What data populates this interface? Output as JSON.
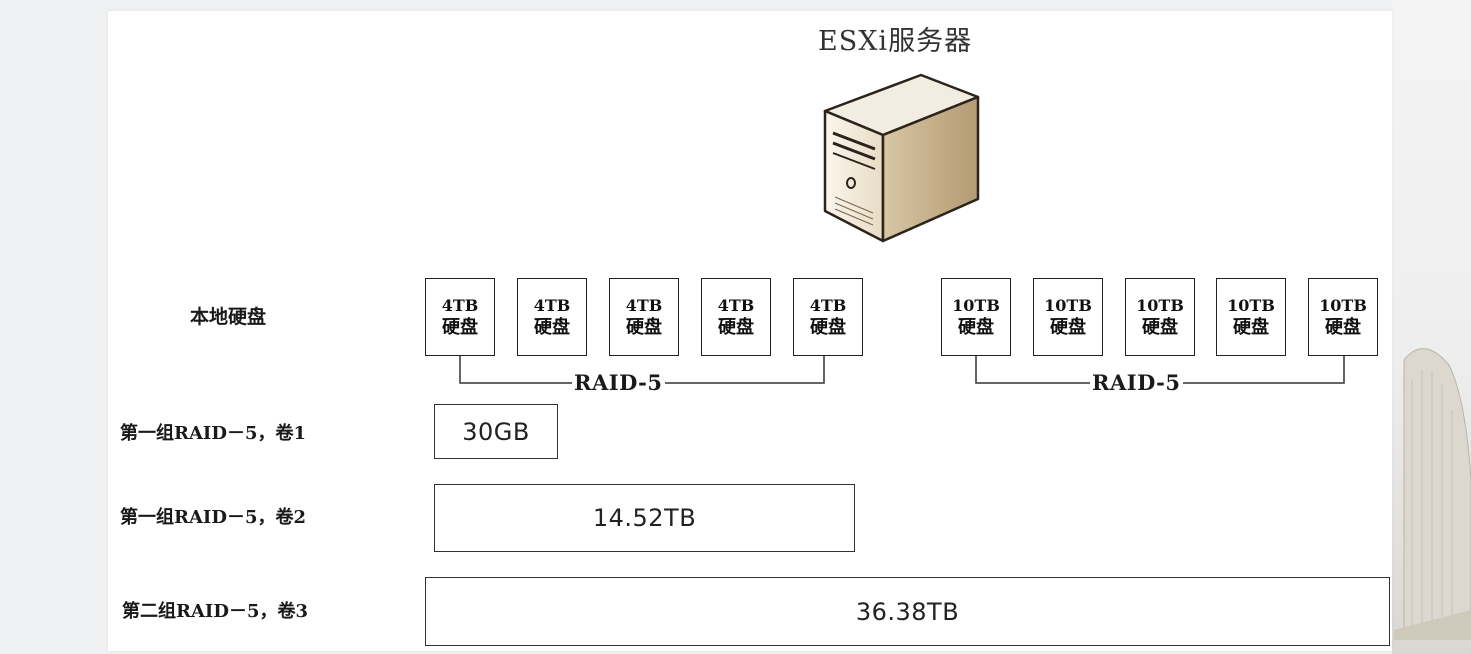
{
  "server": {
    "title": "ESXi服务器",
    "icon": "server-tower-icon"
  },
  "labels": {
    "local_disks": "本地硬盘",
    "volume1": "第一组RAID－5，卷1",
    "volume2": "第一组RAID－5，卷2",
    "volume3": "第二组RAID－5，卷3"
  },
  "disk_groups": [
    {
      "raid": "RAID-5",
      "disks": [
        {
          "capacity": "4TB",
          "name": "硬盘"
        },
        {
          "capacity": "4TB",
          "name": "硬盘"
        },
        {
          "capacity": "4TB",
          "name": "硬盘"
        },
        {
          "capacity": "4TB",
          "name": "硬盘"
        },
        {
          "capacity": "4TB",
          "name": "硬盘"
        }
      ]
    },
    {
      "raid": "RAID-5",
      "disks": [
        {
          "capacity": "10TB",
          "name": "硬盘"
        },
        {
          "capacity": "10TB",
          "name": "硬盘"
        },
        {
          "capacity": "10TB",
          "name": "硬盘"
        },
        {
          "capacity": "10TB",
          "name": "硬盘"
        },
        {
          "capacity": "10TB",
          "name": "硬盘"
        }
      ]
    }
  ],
  "volumes": [
    {
      "size": "30GB"
    },
    {
      "size": "14.52TB"
    },
    {
      "size": "36.38TB"
    }
  ]
}
